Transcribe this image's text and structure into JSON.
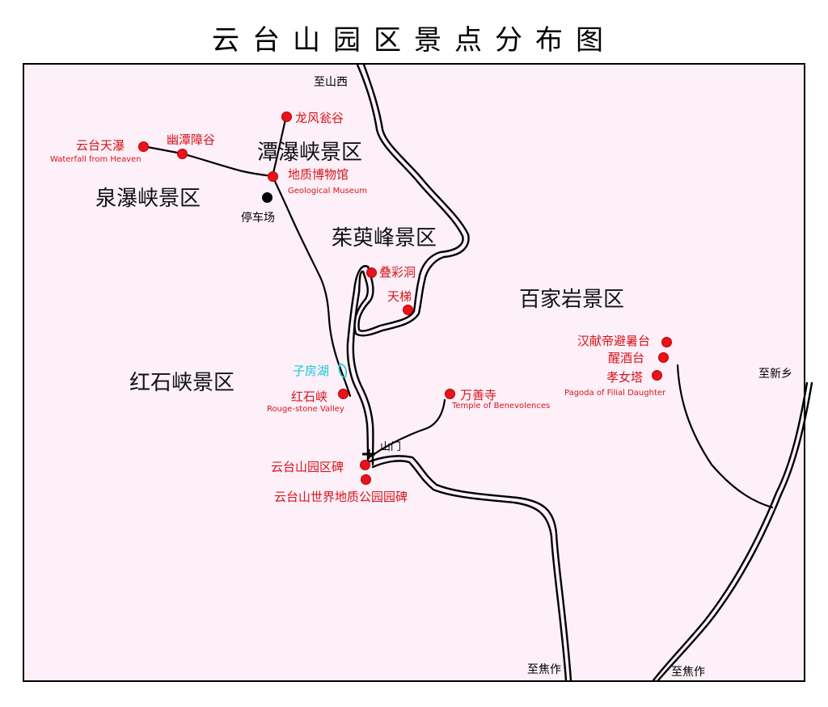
{
  "title": "云台山园区景点分布图",
  "areas": {
    "quanpu": "泉瀑峡景区",
    "tanpu": "潭瀑峡景区",
    "zhuyu": "茱萸峰景区",
    "baijia": "百家岩景区",
    "hongshi": "红石峡景区"
  },
  "spots": {
    "yuntai_fall": {
      "label": "云台天瀑",
      "en": "Waterfall from Heaven"
    },
    "youtan": {
      "label": "幽潭障谷"
    },
    "longfeng": {
      "label": "龙风瓮谷"
    },
    "museum": {
      "label": "地质博物馆",
      "en": "Geological Museum"
    },
    "parking": {
      "label": "停车场"
    },
    "diecai": {
      "label": "叠彩洞"
    },
    "tianti": {
      "label": "天梯"
    },
    "hanxian": {
      "label": "汉献帝避暑台"
    },
    "xingjiu": {
      "label": "醒酒台"
    },
    "xiaonv": {
      "label": "孝女塔",
      "en": "Pagoda of Filial Daughter"
    },
    "hongshixia": {
      "label": "红石峡",
      "en": "Rouge-stone Valley"
    },
    "wanshan": {
      "label": "万善寺",
      "en": "Temple of Benevolences"
    },
    "park_stele": {
      "label": "云台山园区碑"
    },
    "geopark_stele": {
      "label": "云台山世界地质公园园碑"
    }
  },
  "lake": "子房湖",
  "gate": "山门",
  "destinations": {
    "shanxi": "至山西",
    "xinxiang": "至新乡",
    "jiaozuo_1": "至焦作",
    "jiaozuo_2": "至焦作"
  }
}
